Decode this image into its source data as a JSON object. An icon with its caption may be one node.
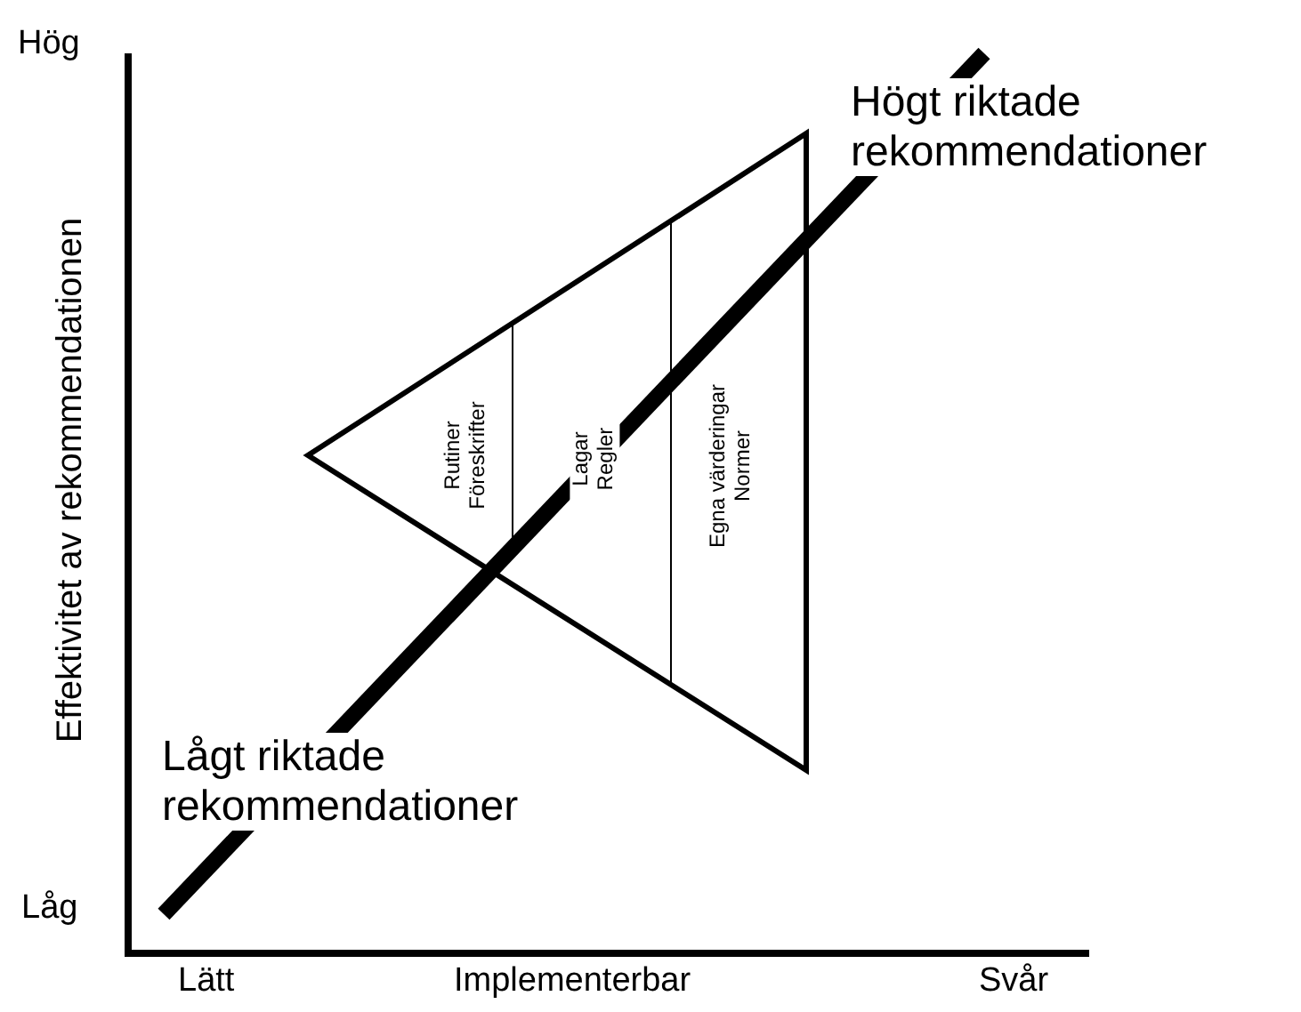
{
  "diagram": {
    "labels": [
      "Hög",
      "Effektivitet av rekommendationen",
      "Låg",
      "Högt riktade rekommendationer",
      "Rutiner Föreskrifter",
      "Lagar Regler",
      "Egna värderingar Normer",
      "Lågt riktade rekommendationer",
      "Lätt",
      "Implementerbar",
      "Svår"
    ]
  }
}
